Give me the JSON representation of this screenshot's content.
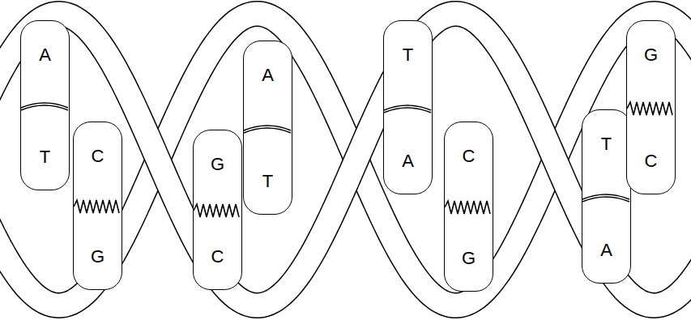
{
  "diagram": {
    "nodes": [
      {
        "text": [
          "A",
          "T"
        ]
      },
      {
        "text": [
          "C",
          "G"
        ]
      },
      {
        "text": [
          "G",
          "C"
        ]
      },
      {
        "text": [
          "A",
          "T"
        ]
      },
      {
        "text": [
          "T",
          "A"
        ]
      },
      {
        "text": [
          "C",
          "G"
        ]
      },
      {
        "text": [
          "T",
          "A"
        ]
      },
      {
        "text": [
          "G",
          "C"
        ]
      }
    ]
  }
}
